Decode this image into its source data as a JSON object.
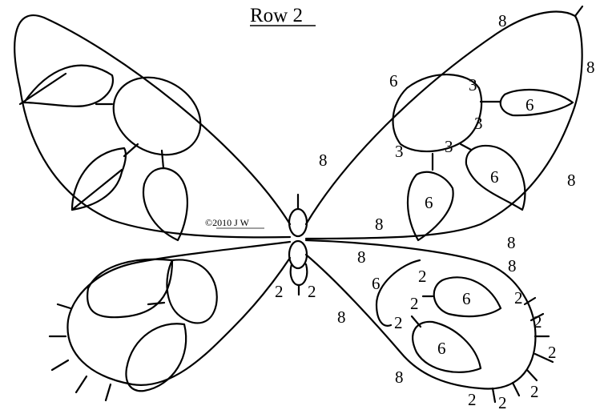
{
  "title": "Row 2",
  "copyright": "©2010 J W",
  "colors": {
    "ink": "#000000",
    "paper": "#ffffff"
  },
  "stitch_counts": {
    "right_upper_wing": {
      "tip_top": "8",
      "tip_right": "8",
      "outer_lower": "8",
      "inner_edge": "8",
      "top_ring_left": "6",
      "top_ring_3_top": "3",
      "top_ring_3_right": "3",
      "top_ring_3_lower": "3",
      "top_ring_3_left": "3",
      "right_ring": "6",
      "lower_right_ring": "6",
      "lower_left_ring": "6",
      "body_side": "8"
    },
    "right_lower_wing": {
      "upper_edge": "8",
      "outer_8a": "8",
      "outer_8b": "8",
      "left_chain": "6",
      "lower_chain_8": "8",
      "bottom_8": "8",
      "ring_top_2": "2",
      "ring_mid_2": "2",
      "ring_bot_2": "2",
      "upper_ring": "6",
      "lower_ring": "6",
      "picot_2a": "2",
      "picot_2b": "2",
      "picot_2c": "2",
      "picot_2d": "2",
      "picot_2e": "2",
      "picot_2f": "2"
    },
    "body": {
      "left_2": "2",
      "right_2": "2"
    }
  }
}
